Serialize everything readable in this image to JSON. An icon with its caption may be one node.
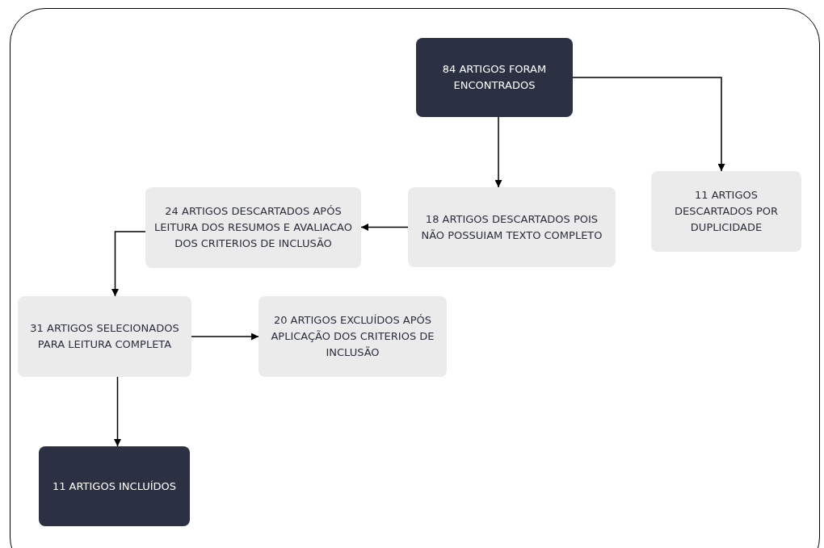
{
  "diagram": {
    "nodes": [
      {
        "text": [
          "84 ARTIGOS FORAM ENCONTRADOS"
        ]
      },
      {
        "text": [
          "18 ARTIGOS DESCARTADOS POIS NÃO POSSUIAM TEXTO COMPLETO"
        ]
      },
      {
        "text": [
          "11 ARTIGOS DESCARTADOS POR DUPLICIDADE"
        ]
      },
      {
        "text": [
          "24 ARTIGOS DESCARTADOS APÓS LEITURA DOS RESUMOS E AVALIACAO DOS CRITERIOS DE INCLUSÃO"
        ]
      },
      {
        "text": [
          "31 ARTIGOS SELECIONADOS PARA LEITURA COMPLETA"
        ]
      },
      {
        "text": [
          "20 ARTIGOS EXCLUÍDOS APÓS APLICAÇÃO DOS CRITERIOS DE INCLUSÃO"
        ]
      },
      {
        "text": [
          "11 ARTIGOS INCLUÍDOS"
        ]
      }
    ],
    "edges": [
      {
        "from": 0,
        "to": 1,
        "arrow": "to"
      },
      {
        "from": 0,
        "to": 2,
        "arrow": "to"
      },
      {
        "from": 1,
        "to": 3,
        "arrow": "to"
      },
      {
        "from": 3,
        "to": 4,
        "arrow": "to"
      },
      {
        "from": 4,
        "to": 5,
        "arrow": "to"
      },
      {
        "from": 4,
        "to": 6,
        "arrow": "to"
      }
    ]
  }
}
